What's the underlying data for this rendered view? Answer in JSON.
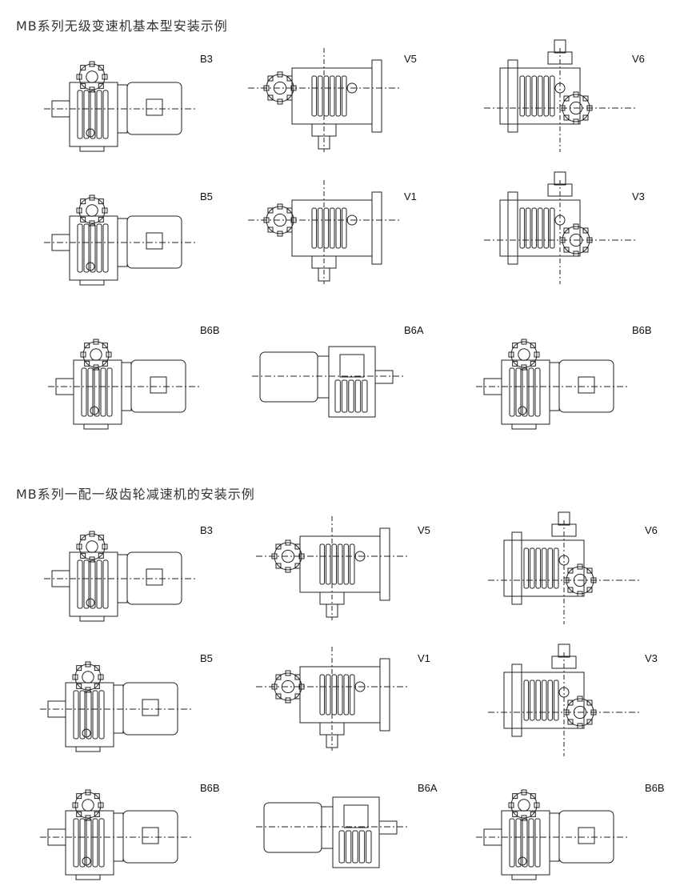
{
  "section1": {
    "title": "MB系列无级变速机基本型安装示例",
    "labels": [
      "B3",
      "V5",
      "V6",
      "B5",
      "V1",
      "V3",
      "B6B",
      "B6A",
      "B6B"
    ]
  },
  "section2": {
    "title": "MB系列一配一级齿轮减速机的安装示例",
    "labels": [
      "B3",
      "V5",
      "V6",
      "B5",
      "V1",
      "V3",
      "B6B",
      "B6A",
      "B6B"
    ]
  }
}
